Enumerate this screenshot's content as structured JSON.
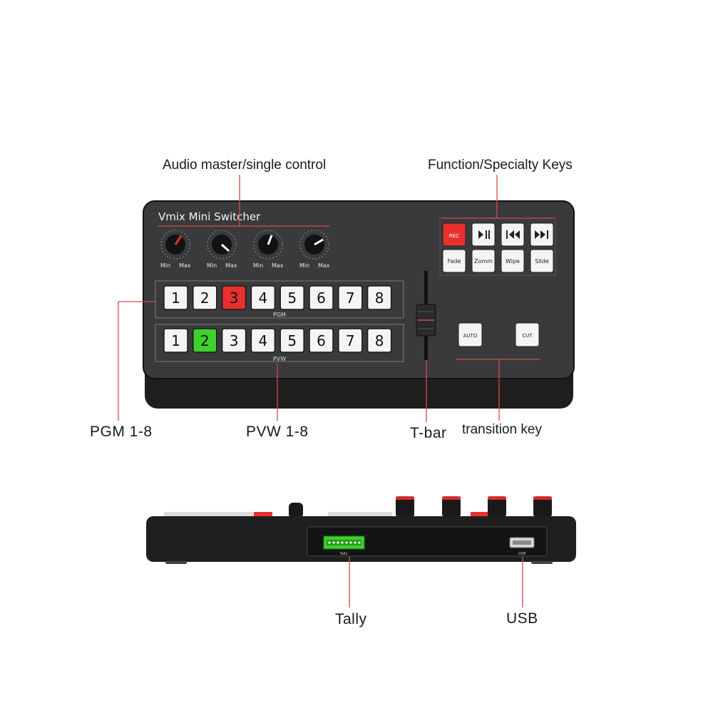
{
  "device": {
    "title": "Vmix Mini Switcher",
    "knobs": [
      {
        "min": "Min",
        "max": "Max"
      },
      {
        "min": "Min",
        "max": "Max"
      },
      {
        "min": "Min",
        "max": "Max"
      },
      {
        "min": "Min",
        "max": "Max"
      }
    ],
    "pgm": {
      "label": "PGM",
      "buttons": [
        "1",
        "2",
        "3",
        "4",
        "5",
        "6",
        "7",
        "8"
      ],
      "active": "3",
      "active_color": "#e8302e"
    },
    "pvw": {
      "label": "PVW",
      "buttons": [
        "1",
        "2",
        "3",
        "4",
        "5",
        "6",
        "7",
        "8"
      ],
      "active": "2",
      "active_color": "#3fcf2f"
    },
    "function_keys": {
      "row1": [
        {
          "label": "REC",
          "icon": "record-icon",
          "color": "#e8302e"
        },
        {
          "label": "",
          "icon": "play-pause-icon"
        },
        {
          "label": "",
          "icon": "skip-back-icon"
        },
        {
          "label": "",
          "icon": "skip-forward-icon"
        }
      ],
      "row2": [
        "Fade",
        "Zomm",
        "Wipe",
        "Slide"
      ]
    },
    "transition_keys": [
      "AUTO",
      "CUT"
    ],
    "ports": {
      "tally": "Tally",
      "usb": "USB"
    }
  },
  "callouts": {
    "audio": "Audio master/single control",
    "function": "Function/Specialty Keys",
    "pgm": "PGM 1-8",
    "pvw": "PVW 1-8",
    "tbar": "T-bar",
    "transition": "transition key",
    "tally": "Tally",
    "usb": "USB"
  },
  "colors": {
    "body": "#3a3a3c",
    "base": "#1e1e1f",
    "callout_line": "#d24c4c"
  }
}
